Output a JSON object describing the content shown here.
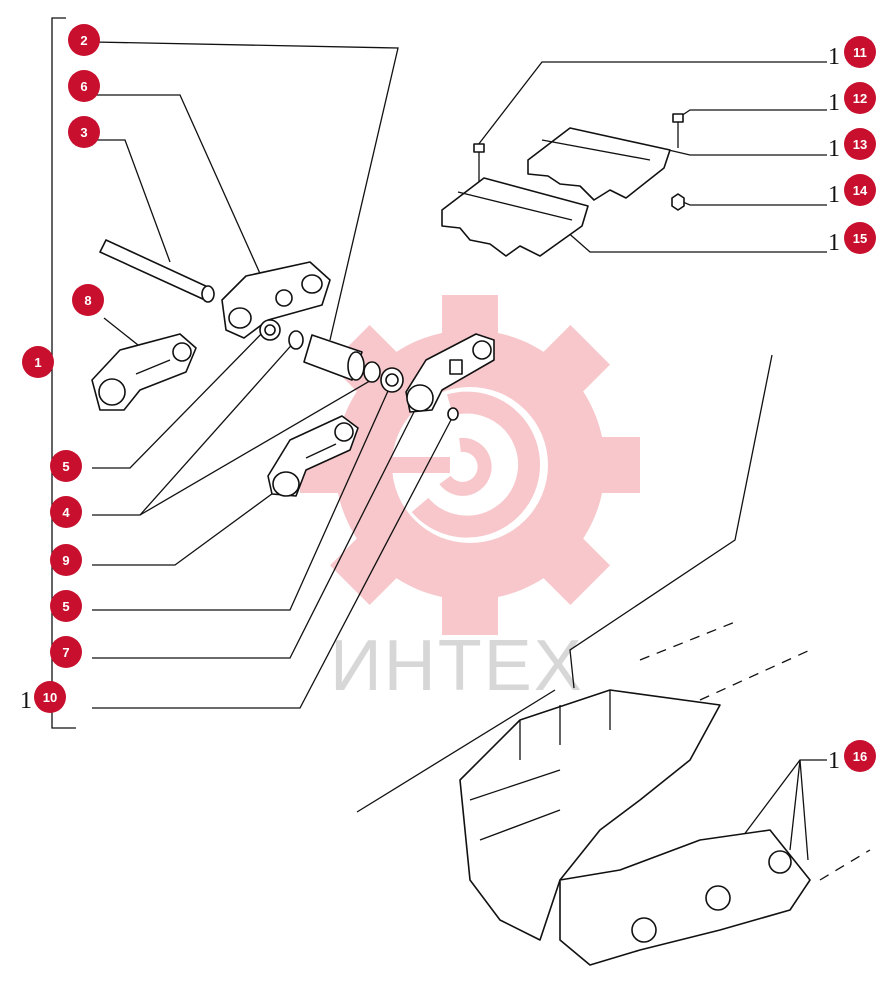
{
  "diagram": {
    "watermark": {
      "text": "ИНТЕХ",
      "logo_color": "#f2a3a9",
      "text_color": "#bdbdbd"
    },
    "callout_color": "#c8102e",
    "callouts": [
      {
        "id": "c1",
        "label": "1"
      },
      {
        "id": "c2",
        "label": "2"
      },
      {
        "id": "c3",
        "label": "3"
      },
      {
        "id": "c4",
        "label": "4"
      },
      {
        "id": "c5a",
        "label": "5"
      },
      {
        "id": "c5b",
        "label": "5"
      },
      {
        "id": "c6",
        "label": "6"
      },
      {
        "id": "c7",
        "label": "7"
      },
      {
        "id": "c8",
        "label": "8"
      },
      {
        "id": "c9",
        "label": "9"
      },
      {
        "id": "c10",
        "label": "10"
      },
      {
        "id": "c11",
        "label": "11"
      },
      {
        "id": "c12",
        "label": "12"
      },
      {
        "id": "c13",
        "label": "13"
      },
      {
        "id": "c14",
        "label": "14"
      },
      {
        "id": "c15",
        "label": "15"
      },
      {
        "id": "c16",
        "label": "16"
      }
    ],
    "side_prefix": "1"
  }
}
